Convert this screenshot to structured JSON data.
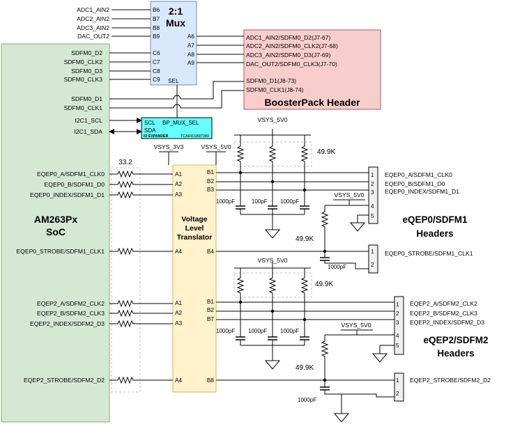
{
  "colors": {
    "soc_fill": "#d5e8d4",
    "soc_stroke": "#82b366",
    "mux_fill": "#dae8fc",
    "mux_stroke": "#6c8ebf",
    "header_fill": "#f8cecc",
    "header_stroke": "#b85450",
    "translator_fill": "#fff2cc",
    "translator_stroke": "#d6b656",
    "ioexp_fill": "#66ffff",
    "ioexp_stroke": "#000000",
    "dashed": "#bdbdbd",
    "wire": "#000000"
  },
  "soc": {
    "title": "AM263Px",
    "subtitle": "SoC",
    "signals": [
      "ADC1_AIN2",
      "ADC2_AIN2",
      "ADC3_AIN2",
      "DAC_OUT2",
      "SDFM0_D2",
      "SDFM0_CLK2",
      "SDFM0_D3",
      "SDFM0_CLK3",
      "SDFM0_D1",
      "SDFM0_CLK1",
      "I2C1_SCL",
      "I2C1_SDA",
      "EQEP0_A/SDFM1_CLK0",
      "EQEP0_B/SDFM1_D0",
      "EQEP0_INDEX/SDFM1_D1",
      "EQEP0_STROBE/SDFM1_CLK1",
      "EQEP2_A/SDFM2_CLK2",
      "EQEP2_B/SDFM2_CLK3",
      "EQEP2_INDEX/SDFM2_D3",
      "EQEP2_STROBE/SDFM2_D2"
    ]
  },
  "mux": {
    "title_line1": "2:1",
    "title_line2": "Mux",
    "left_pins": [
      "B6",
      "B7",
      "B8",
      "B9",
      "C6",
      "C7",
      "C8",
      "C9"
    ],
    "right_pins": [
      "A6",
      "A7",
      "A8",
      "A9"
    ],
    "sel_pin": "SEL"
  },
  "booster": {
    "title": "BoosterPack Header",
    "signals": [
      "ADC1_AIN2/SDFM0_D2(J7-67)",
      "ADC2_AIN2/SDFM0_CLK2(J7-68)",
      "ADC3_AIN2/SDFM0_D3(J7-69)",
      "DAC_OUT2/SDFM0_CLK3(J7-70)",
      "SDFM0_D1(J8-73)",
      "SDFM0_CLK1(J8-74)"
    ]
  },
  "io_expander": {
    "scl": "SCL",
    "sda": "SDA",
    "signal": "BP_MUX_SEL",
    "name": "IO EXPANDER",
    "part": "TCA6416ARTWR"
  },
  "series_resistor": {
    "value": "33.2"
  },
  "translator": {
    "line1": "Voltage",
    "line2": "Level",
    "line3": "Translator",
    "rail_a": "VSYS_3V3",
    "rail_b": "VSYS_5V0",
    "a_pins": [
      "A1",
      "A2",
      "A3",
      "A4",
      "A1",
      "A2",
      "A3",
      "A4"
    ],
    "b_pins": [
      "B1",
      "B2",
      "B3",
      "B4",
      "B1",
      "B2",
      "B7",
      "B8"
    ]
  },
  "pullups": {
    "rail": "VSYS_5V0",
    "value": "49.9K",
    "cap": "1000pF",
    "cap_small": "100pF",
    "header_rail": "VSYS_5V0"
  },
  "eqep0": {
    "title_line1": "eQEP0/SDFM1",
    "title_line2": "Headers",
    "signals": [
      "EQEP0_A/SDFM1_CLK0",
      "EQEP0_B/SDFM1_D0",
      "EQEP0_INDEX/SDFM1_D1"
    ],
    "strobe": "EQEP0_STROBE/SDFM1_CLK1",
    "pins5": [
      "1",
      "2",
      "3",
      "4",
      "5"
    ],
    "pins2": [
      "1",
      "2"
    ]
  },
  "eqep2": {
    "title_line1": "eQEP2/SDFM2",
    "title_line2": "Headers",
    "signals": [
      "EQEP2_A/SDFM2_CLK2",
      "EQEP2_B/SDFM2_CLK3",
      "EQEP2_INDEX/SDFM2_D3"
    ],
    "strobe": "EQEP2_STROBE/SDFM2_D2",
    "pins5": [
      "1",
      "2",
      "3",
      "4",
      "5"
    ],
    "pins2": [
      "1",
      "2"
    ]
  }
}
